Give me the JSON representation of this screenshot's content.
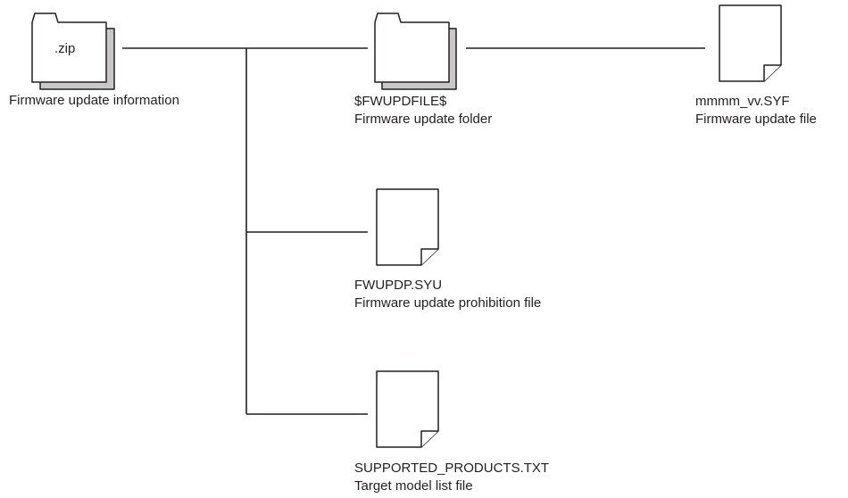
{
  "nodes": {
    "zip": {
      "icon": "folder-icon",
      "icon_text": ".zip",
      "caption": "Firmware update information"
    },
    "fw_folder": {
      "icon": "folder-icon",
      "name": "$FWUPDFILE$",
      "caption": "Firmware update folder"
    },
    "fw_file": {
      "icon": "file-icon",
      "name": "mmmm_vv.SYF",
      "caption": "Firmware update file"
    },
    "prohibition_file": {
      "icon": "file-icon",
      "name": "FWUPDP.SYU",
      "caption": "Firmware update prohibition file"
    },
    "target_list_file": {
      "icon": "file-icon",
      "name": "SUPPORTED_PRODUCTS.TXT",
      "caption": "Target model list file"
    }
  },
  "colors": {
    "stroke": "#231f20",
    "folder_back": "#c8c8c8",
    "background": "#ffffff"
  }
}
